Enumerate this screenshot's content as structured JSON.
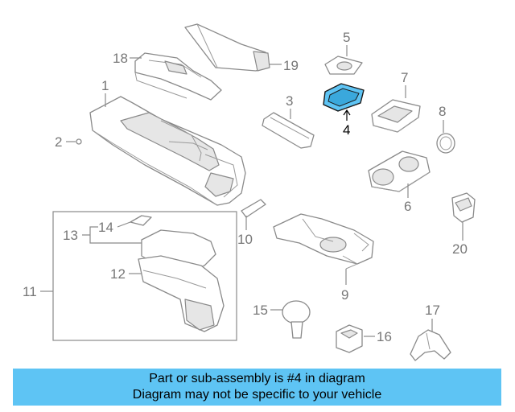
{
  "callouts": {
    "c1": "1",
    "c2": "2",
    "c3": "3",
    "c4": "4",
    "c5": "5",
    "c6": "6",
    "c7": "7",
    "c8": "8",
    "c9": "9",
    "c10": "10",
    "c11": "11",
    "c12": "12",
    "c13": "13",
    "c14": "14",
    "c15": "15",
    "c16": "16",
    "c17": "17",
    "c18": "18",
    "c19": "19",
    "c20": "20"
  },
  "highlight": {
    "part_number": "4",
    "color": "#5ec4f4"
  },
  "banner": {
    "line1": "Part or sub-assembly is #4 in diagram",
    "line2": "Diagram may not be specific to your vehicle",
    "color": "#5ec4f4"
  }
}
